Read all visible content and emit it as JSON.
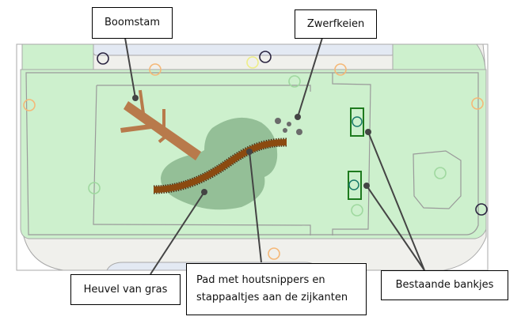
{
  "diagram": {
    "type": "park-site-plan",
    "colors": {
      "grass": "#cdf0cd",
      "grass_border": "#9a9a9a",
      "paving": "#f0f0ec",
      "water_band": "#e3e9f3",
      "hill": "#94bf97",
      "tree_trunk": "#b87a4b",
      "path": "#8b4a10",
      "path_posts": "#4a2a10",
      "boulder": "#6b6b6b",
      "bench_outline": "#1e7a1e",
      "leader": "#444444",
      "marker_orange": "#f5b877",
      "marker_green": "#9fd89f",
      "marker_dark": "#2a2440",
      "marker_yellow": "#eeee88",
      "marker_teal": "#1a7a6a"
    },
    "callouts": {
      "tree_trunk": "Boomstam",
      "boulders": "Zwerfkeien",
      "grass_hill": "Heuvel van gras",
      "path_line1": "Pad met houtsnippers en",
      "path_line2": "stappaaltjes aan de zijkanten",
      "benches": "Bestaande bankjes"
    }
  }
}
